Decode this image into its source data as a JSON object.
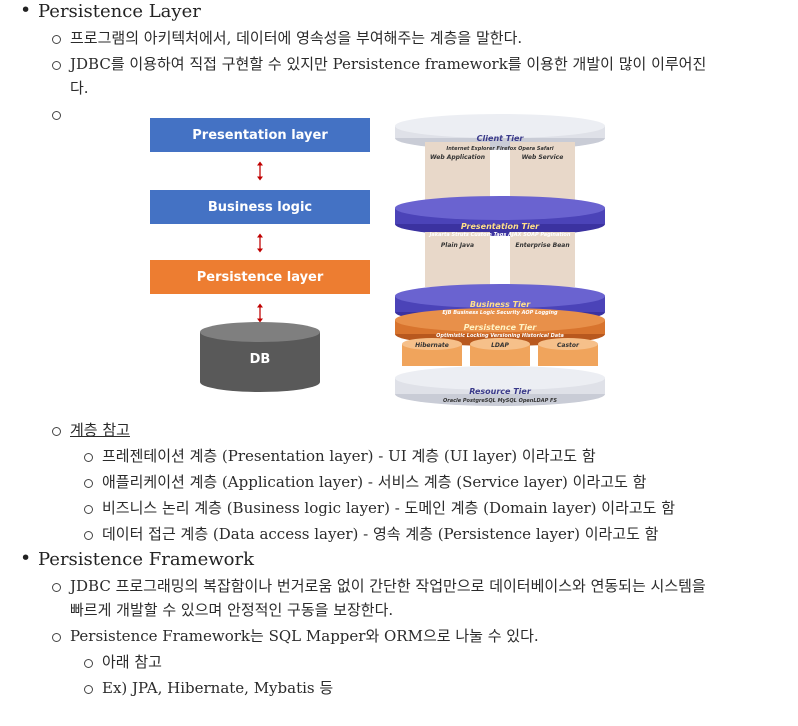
{
  "section1": {
    "title": "Persistence Layer",
    "items": [
      "프로그램의 아키텍처에서, 데이터에 영속성을 부여해주는 계층을 말한다.",
      "JDBC를 이용하여 직접 구현할 수 있지만 Persistence framework를 이용한 개발이 많이 이루어진다."
    ],
    "diagram": {
      "layers": [
        "Presentation layer",
        "Business logic",
        "Persistence layer",
        "DB"
      ],
      "stack": {
        "client_tier": "Client Tier",
        "client_sub": "Internet Explorer   Firefox   Opera   Safari",
        "web_app": "Web Application",
        "web_service": "Web Service",
        "pres_tier": "Presentation Tier",
        "pres_sub": "Jakarta Struts  Custom Tags  AJAX  SOAP  Pagination",
        "plain_java": "Plain Java",
        "enterprise_bean": "Enterprise Bean",
        "business_tier": "Business Tier",
        "business_sub": "EJB  Business Logic  Security  AOP  Logging",
        "persist_tier": "Persistence Tier",
        "persist_sub": "Optimistic Locking  Versioning  Historical Data",
        "hibernate": "Hibernate",
        "ldap": "LDAP",
        "castor": "Castor",
        "resource_tier": "Resource Tier",
        "resource_sub": "Oracle  PostgreSQL  MySQL  OpenLDAP  FS"
      },
      "colors": {
        "blue": "#4472C4",
        "orange": "#ED7D31",
        "arrow": "#C00000",
        "db": "#595959"
      }
    },
    "ref_label": "계층 참고",
    "refs": [
      "프레젠테이션 계층 (Presentation layer) - UI 계층 (UI layer) 이라고도 함",
      "애플리케이션 계층 (Application layer) - 서비스 계층 (Service layer) 이라고도 함",
      "비즈니스 논리 계층 (Business logic layer) - 도메인 계층 (Domain layer) 이라고도 함",
      "데이터 접근 계층 (Data access layer) - 영속 계층 (Persistence layer) 이라고도 함"
    ]
  },
  "section2": {
    "title": "Persistence Framework",
    "items": [
      "JDBC 프로그래밍의 복잡함이나 번거로움 없이 간단한 작업만으로 데이터베이스와 연동되는 시스템을 빠르게 개발할 수 있으며 안정적인 구동을 보장한다.",
      "Persistence Framework는 SQL Mapper와 ORM으로 나눌 수 있다."
    ],
    "subitems": [
      "아래 참고",
      "Ex) JPA, Hibernate, Mybatis 등"
    ]
  }
}
